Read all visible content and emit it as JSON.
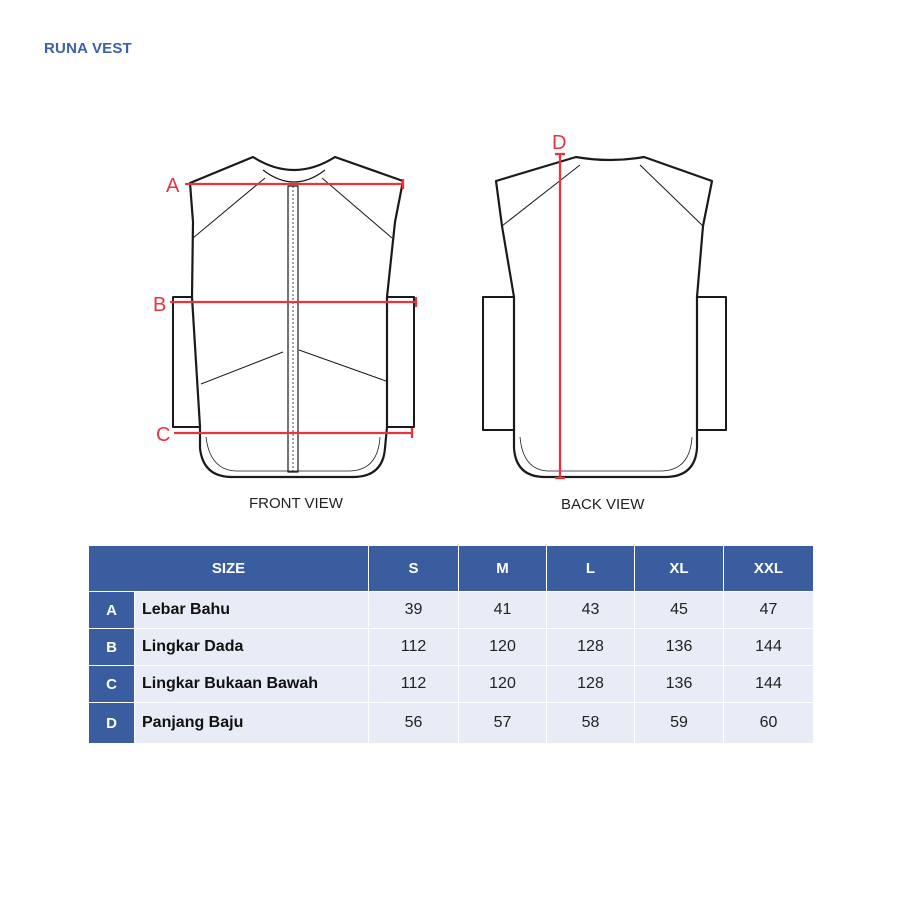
{
  "title": "RUNA VEST",
  "views": {
    "front_label": "FRONT VIEW",
    "back_label": "BACK VIEW"
  },
  "markers": {
    "a": "A",
    "b": "B",
    "c": "C",
    "d": "D"
  },
  "colors": {
    "header_blue": "#3a5d9f",
    "title_blue": "#3a62a8",
    "row_bg": "#e7ecf6",
    "measure_red": "#e8343c"
  },
  "table": {
    "size_header": "SIZE",
    "sizes": [
      "S",
      "M",
      "L",
      "XL",
      "XXL"
    ],
    "rows": [
      {
        "code": "A",
        "name": "Lebar Bahu",
        "values": [
          "39",
          "41",
          "43",
          "45",
          "47"
        ]
      },
      {
        "code": "B",
        "name": "Lingkar Dada",
        "values": [
          "112",
          "120",
          "128",
          "136",
          "144"
        ]
      },
      {
        "code": "C",
        "name": "Lingkar Bukaan Bawah",
        "values": [
          "112",
          "120",
          "128",
          "136",
          "144"
        ]
      },
      {
        "code": "D",
        "name": "Panjang Baju",
        "values": [
          "56",
          "57",
          "58",
          "59",
          "60"
        ]
      }
    ]
  }
}
